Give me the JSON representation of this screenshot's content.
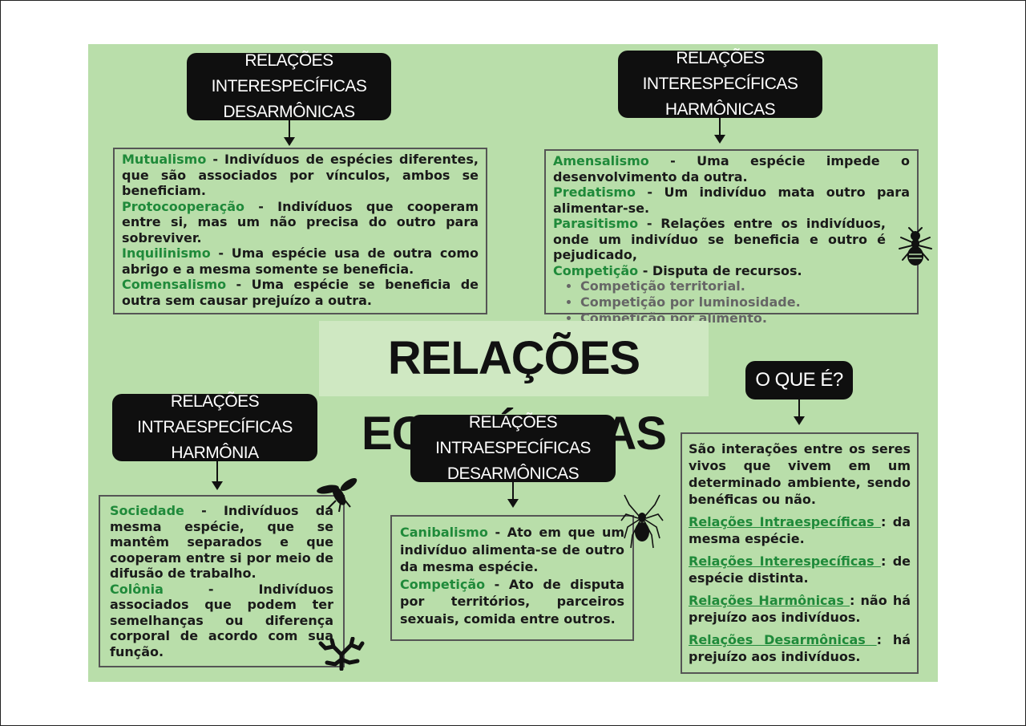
{
  "title": "RELAÇÕES ECOLÓGICAS",
  "inter_desarm": {
    "header_l1": "RELAÇÕES INTERESPECÍFICAS",
    "header_l2": "DESARMÔNICAS",
    "items": [
      {
        "term": "Mutualismo",
        "text": " - Indivíduos de espécies diferentes, que são associados por vínculos, ambos se beneficiam."
      },
      {
        "term": "Protocooperação",
        "text": " - Indivíduos que cooperam entre si, mas um não precisa do outro para sobreviver."
      },
      {
        "term": "Inquilinismo",
        "text": " - Uma espécie usa de outra como abrigo e a mesma somente se beneficia."
      },
      {
        "term": "Comensalismo",
        "text": " - Uma espécie se beneficia de outra sem causar prejuízo a outra."
      }
    ]
  },
  "inter_harm": {
    "header_l1": "RELAÇÕES INTERESPECÍFICAS",
    "header_l2": "HARMÔNICAS",
    "items": [
      {
        "term": "Amensalismo",
        "text": " -   Uma espécie impede o desenvolvimento da outra."
      },
      {
        "term": "Predatismo",
        "text": " - Um indivíduo mata outro para alimentar-se."
      },
      {
        "term": "Parasitismo",
        "text": " - Relações entre os indivíduos, onde um indivíduo se beneficia e outro é pejudicado,"
      },
      {
        "term": "Competição",
        "text": " - Disputa de recursos."
      }
    ],
    "bullets": [
      "Competição territorial.",
      "Competição por luminosidade.",
      "Competição por alimento."
    ]
  },
  "intra_harm": {
    "header_l1": "RELAÇÕES INTRAESPECÍFICAS",
    "header_l2": "HARMÔNIA",
    "items": [
      {
        "term": "Sociedade",
        "text": " - Indivíduos da mesma espécie, que se mantêm separados e que cooperam entre si por meio de difusão de trabalho."
      },
      {
        "term": "Colônia",
        "text": "  -  Indivíduos associados que podem ter semelhanças ou diferença corporal de acordo com sua função."
      }
    ]
  },
  "intra_desarm": {
    "header_l1": "RELAÇÕES  INTRAESPECÍFICAS",
    "header_l2": "DESARMÔNICAS",
    "items": [
      {
        "term": "Canibalismo",
        "text": " -  Ato em que um indivíduo alimenta-se de outro da mesma espécie."
      },
      {
        "term": "Competição",
        "text": " - Ato de disputa por territórios, parceiros sexuais, comida entre outros."
      }
    ]
  },
  "oque": {
    "header": "O QUE É?",
    "intro": "São interações entre os seres vivos que vivem em um determinado ambiente, sendo benéficas ou não.",
    "defs": [
      {
        "term": "Relações Intraespecíficas ",
        "text": ": da mesma espécie."
      },
      {
        "term": "Relações Interespecíficas ",
        "text": ": de espécie distinta."
      },
      {
        "term": "Relações Harmônicas ",
        "text": ": não há prejuízo aos indivíduos."
      },
      {
        "term": "Relações Desarmônicas ",
        "text": " : há prejuízo aos indivíduos."
      }
    ]
  },
  "icons": [
    "ant-icon",
    "fly-icon",
    "spider-icon",
    "coral-icon"
  ]
}
